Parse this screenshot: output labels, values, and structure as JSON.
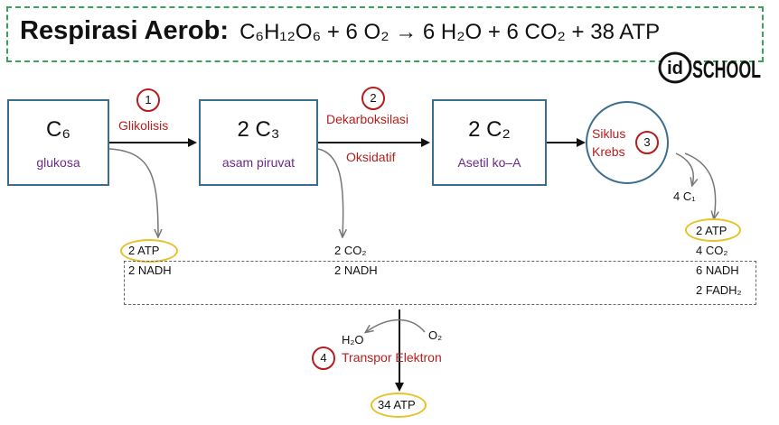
{
  "header": {
    "title_bold": "Respirasi Aerob:",
    "equation": "C₆H₁₂O₆ + 6 O₂ → 6 H₂O + 6 CO₂ + 38 ATP"
  },
  "logo": {
    "left": "id",
    "right": "SCHOOL"
  },
  "stages": [
    {
      "num": "1",
      "label": "Glikolisis"
    },
    {
      "num": "2",
      "label_top": "Dekarboksilasi",
      "label_bottom": "Oksidatif"
    },
    {
      "num": "3",
      "label": "Siklus Krebs"
    },
    {
      "num": "4",
      "label": "Transpor Elektron"
    }
  ],
  "boxes": [
    {
      "formula": "C₆",
      "name": "glukosa"
    },
    {
      "formula": "2 C₃",
      "name": "asam piruvat"
    },
    {
      "formula": "2 C₂",
      "name": "Asetil ko–A"
    }
  ],
  "krebs": {
    "line1": "Siklus",
    "line2": "Krebs",
    "side_product": "4 C₁"
  },
  "products": {
    "glikolisis": [
      "2 ATP",
      "2 NADH"
    ],
    "dekarboksilasi": [
      "2 CO₂",
      "2 NADH"
    ],
    "krebs": [
      "2 ATP",
      "4 CO₂",
      "6 NADH",
      "2 FADH₂"
    ]
  },
  "transport": {
    "h2o": "H₂O",
    "o2": "O₂",
    "atp": "34 ATP"
  }
}
